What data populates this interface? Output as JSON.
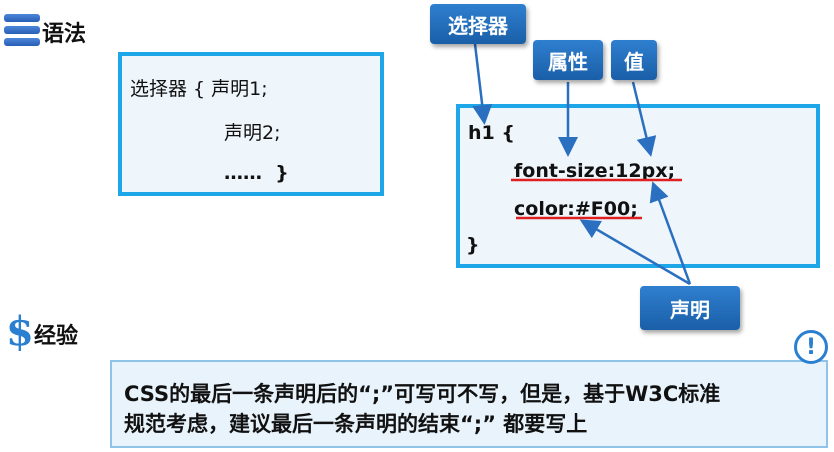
{
  "syntax_section": {
    "title": "语法"
  },
  "experience_section": {
    "title": "经验"
  },
  "syntax_box": {
    "line1": "选择器 { 声明1;",
    "line2": "声明2;",
    "line3": "……  }"
  },
  "example_box": {
    "line1": "h1 {",
    "line2": "font-size:12px;",
    "line3": "color:#F00;",
    "line4": "}"
  },
  "labels": {
    "selector": "选择器",
    "property": "属性",
    "value": "值",
    "declaration": "声明"
  },
  "tip": {
    "icon": "!",
    "line1": "CSS的最后一条声明后的“;”可写可不写，但是，基于W3C标准",
    "line2": "规范考虑，建议最后一条声明的结束“;” 都要写上"
  },
  "colors": {
    "accent": "#1ea7e8",
    "pill": "#1a5fa8",
    "underline": "#e02020"
  }
}
